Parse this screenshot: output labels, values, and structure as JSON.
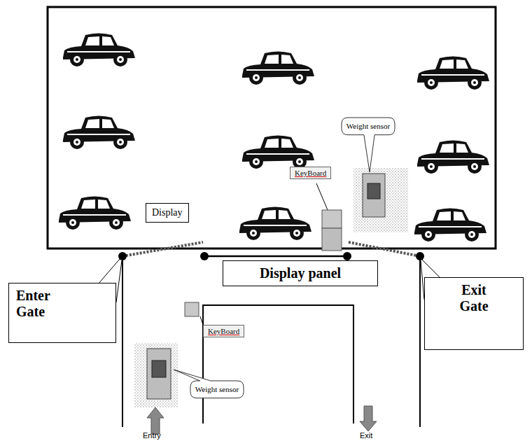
{
  "diagram": {
    "nodes": [
      {
        "text": [
          "Weight sensor"
        ]
      },
      {
        "text": [
          "KeyBoard"
        ]
      },
      {
        "text": [
          "Display"
        ]
      },
      {
        "text": [
          "Display panel"
        ]
      },
      {
        "text": [
          "Enter Gate"
        ]
      },
      {
        "text": [
          "KeyBoard"
        ]
      },
      {
        "text": [
          "Exit Gate"
        ]
      },
      {
        "text": [
          "Weight sensor"
        ]
      }
    ],
    "labels": [
      "Entry",
      "Exit"
    ]
  }
}
